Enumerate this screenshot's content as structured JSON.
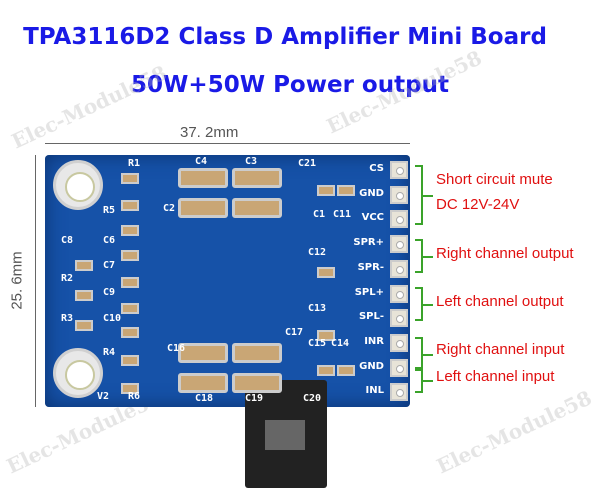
{
  "title": "TPA3116D2 Class D Amplifier Mini Board",
  "subtitle": "50W+50W Power output",
  "watermark": "Elec-Module58",
  "dimensions": {
    "width": "37. 2mm",
    "height": "25. 6mm"
  },
  "pins": [
    "CS",
    "GND",
    "VCC",
    "SPR+",
    "SPR-",
    "SPL+",
    "SPL-",
    "INR",
    "GND",
    "INL"
  ],
  "annotations": [
    "Short circuit mute",
    "DC 12V-24V",
    "Right channel output",
    "Left channel output",
    "Right channel input",
    "Left channel input"
  ],
  "board_labels": [
    "R1",
    "C4",
    "C3",
    "C21",
    "C2",
    "C1",
    "C11",
    "R5",
    "C8",
    "C6",
    "C7",
    "R2",
    "C9",
    "R3",
    "C10",
    "R4",
    "C16",
    "C17",
    "C15",
    "C14",
    "C12",
    "C13",
    "V2",
    "R6",
    "C18",
    "C19",
    "C20"
  ],
  "colors": {
    "title": "#1a1ae6",
    "annotation": "#e01010",
    "bracket": "#3aa32a",
    "board": "#1652a8"
  }
}
